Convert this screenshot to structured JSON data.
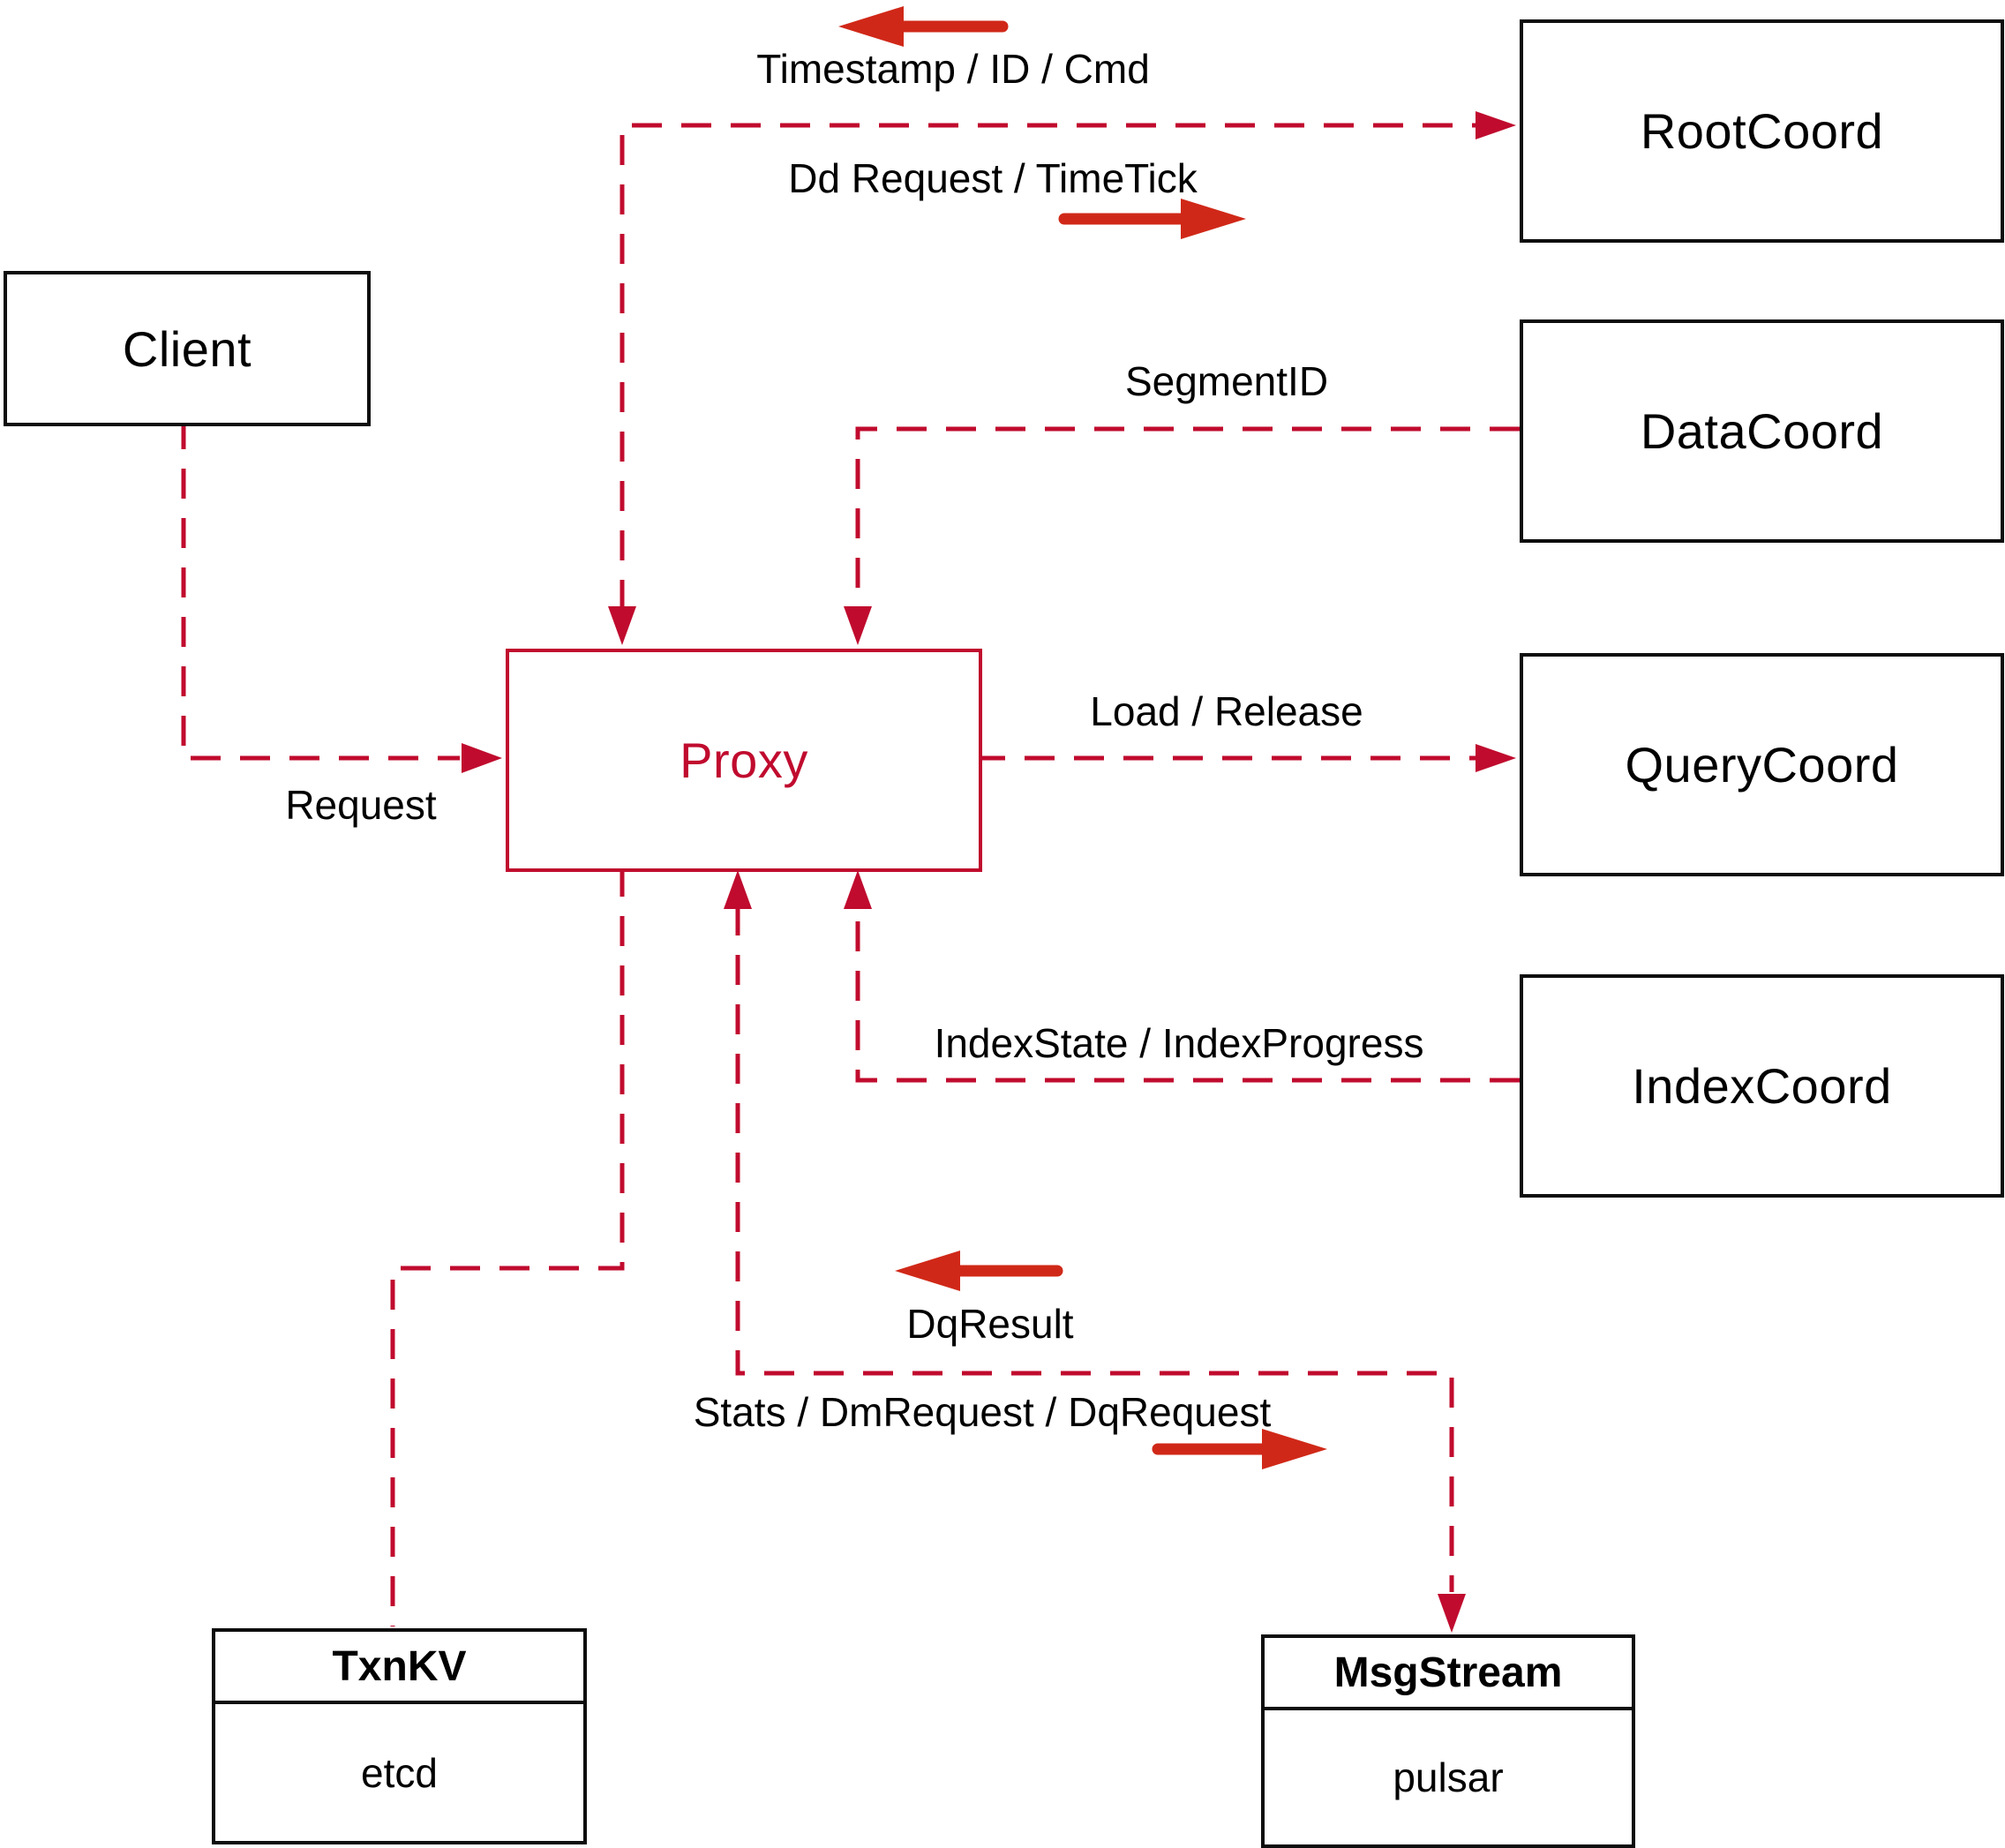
{
  "diagram": {
    "title": "proxy-architecture-diagram",
    "nodes": {
      "client": {
        "label": "Client"
      },
      "root_coord": {
        "label": "RootCoord"
      },
      "data_coord": {
        "label": "DataCoord"
      },
      "query_coord": {
        "label": "QueryCoord"
      },
      "index_coord": {
        "label": "IndexCoord"
      },
      "proxy": {
        "label": "Proxy"
      },
      "txn_kv": {
        "title": "TxnKV",
        "subtitle": "etcd"
      },
      "msg_stream": {
        "title": "MsgStream",
        "subtitle": "pulsar"
      }
    },
    "edge_labels": {
      "timestamp": "Timestamp / ID / Cmd",
      "dd_request": "Dd Request / TimeTick",
      "segment_id": "SegmentID",
      "request": "Request",
      "load_release": "Load / Release",
      "index_state": "IndexState / IndexProgress",
      "dq_result": "DqResult",
      "stats": "Stats / DmRequest / DqRequest"
    },
    "edges": [
      {
        "from": "Client",
        "to": "Proxy",
        "label": "Request",
        "style": "dashed"
      },
      {
        "from": "Proxy",
        "to": "RootCoord",
        "label": "Dd Request / TimeTick",
        "style": "dashed"
      },
      {
        "from": "RootCoord",
        "to": "Proxy",
        "label": "Timestamp / ID / Cmd",
        "style": "dashed"
      },
      {
        "from": "DataCoord",
        "to": "Proxy",
        "label": "SegmentID",
        "style": "dashed"
      },
      {
        "from": "Proxy",
        "to": "QueryCoord",
        "label": "Load / Release",
        "style": "dashed"
      },
      {
        "from": "IndexCoord",
        "to": "Proxy",
        "label": "IndexState / IndexProgress",
        "style": "dashed"
      },
      {
        "from": "Proxy",
        "to": "MsgStream",
        "label": "Stats / DmRequest / DqRequest",
        "style": "dashed"
      },
      {
        "from": "MsgStream",
        "to": "Proxy",
        "label": "DqResult",
        "style": "dashed"
      },
      {
        "from": "Proxy",
        "to": "TxnKV",
        "label": "",
        "style": "dashed"
      }
    ],
    "colors": {
      "edge_crimson": "#c00b2e",
      "glyph_vermilion": "#d02818",
      "node_border": "#0d0d0d",
      "proxy_accent": "#c00b2e",
      "text": "#000000",
      "background": "#ffffff"
    }
  }
}
